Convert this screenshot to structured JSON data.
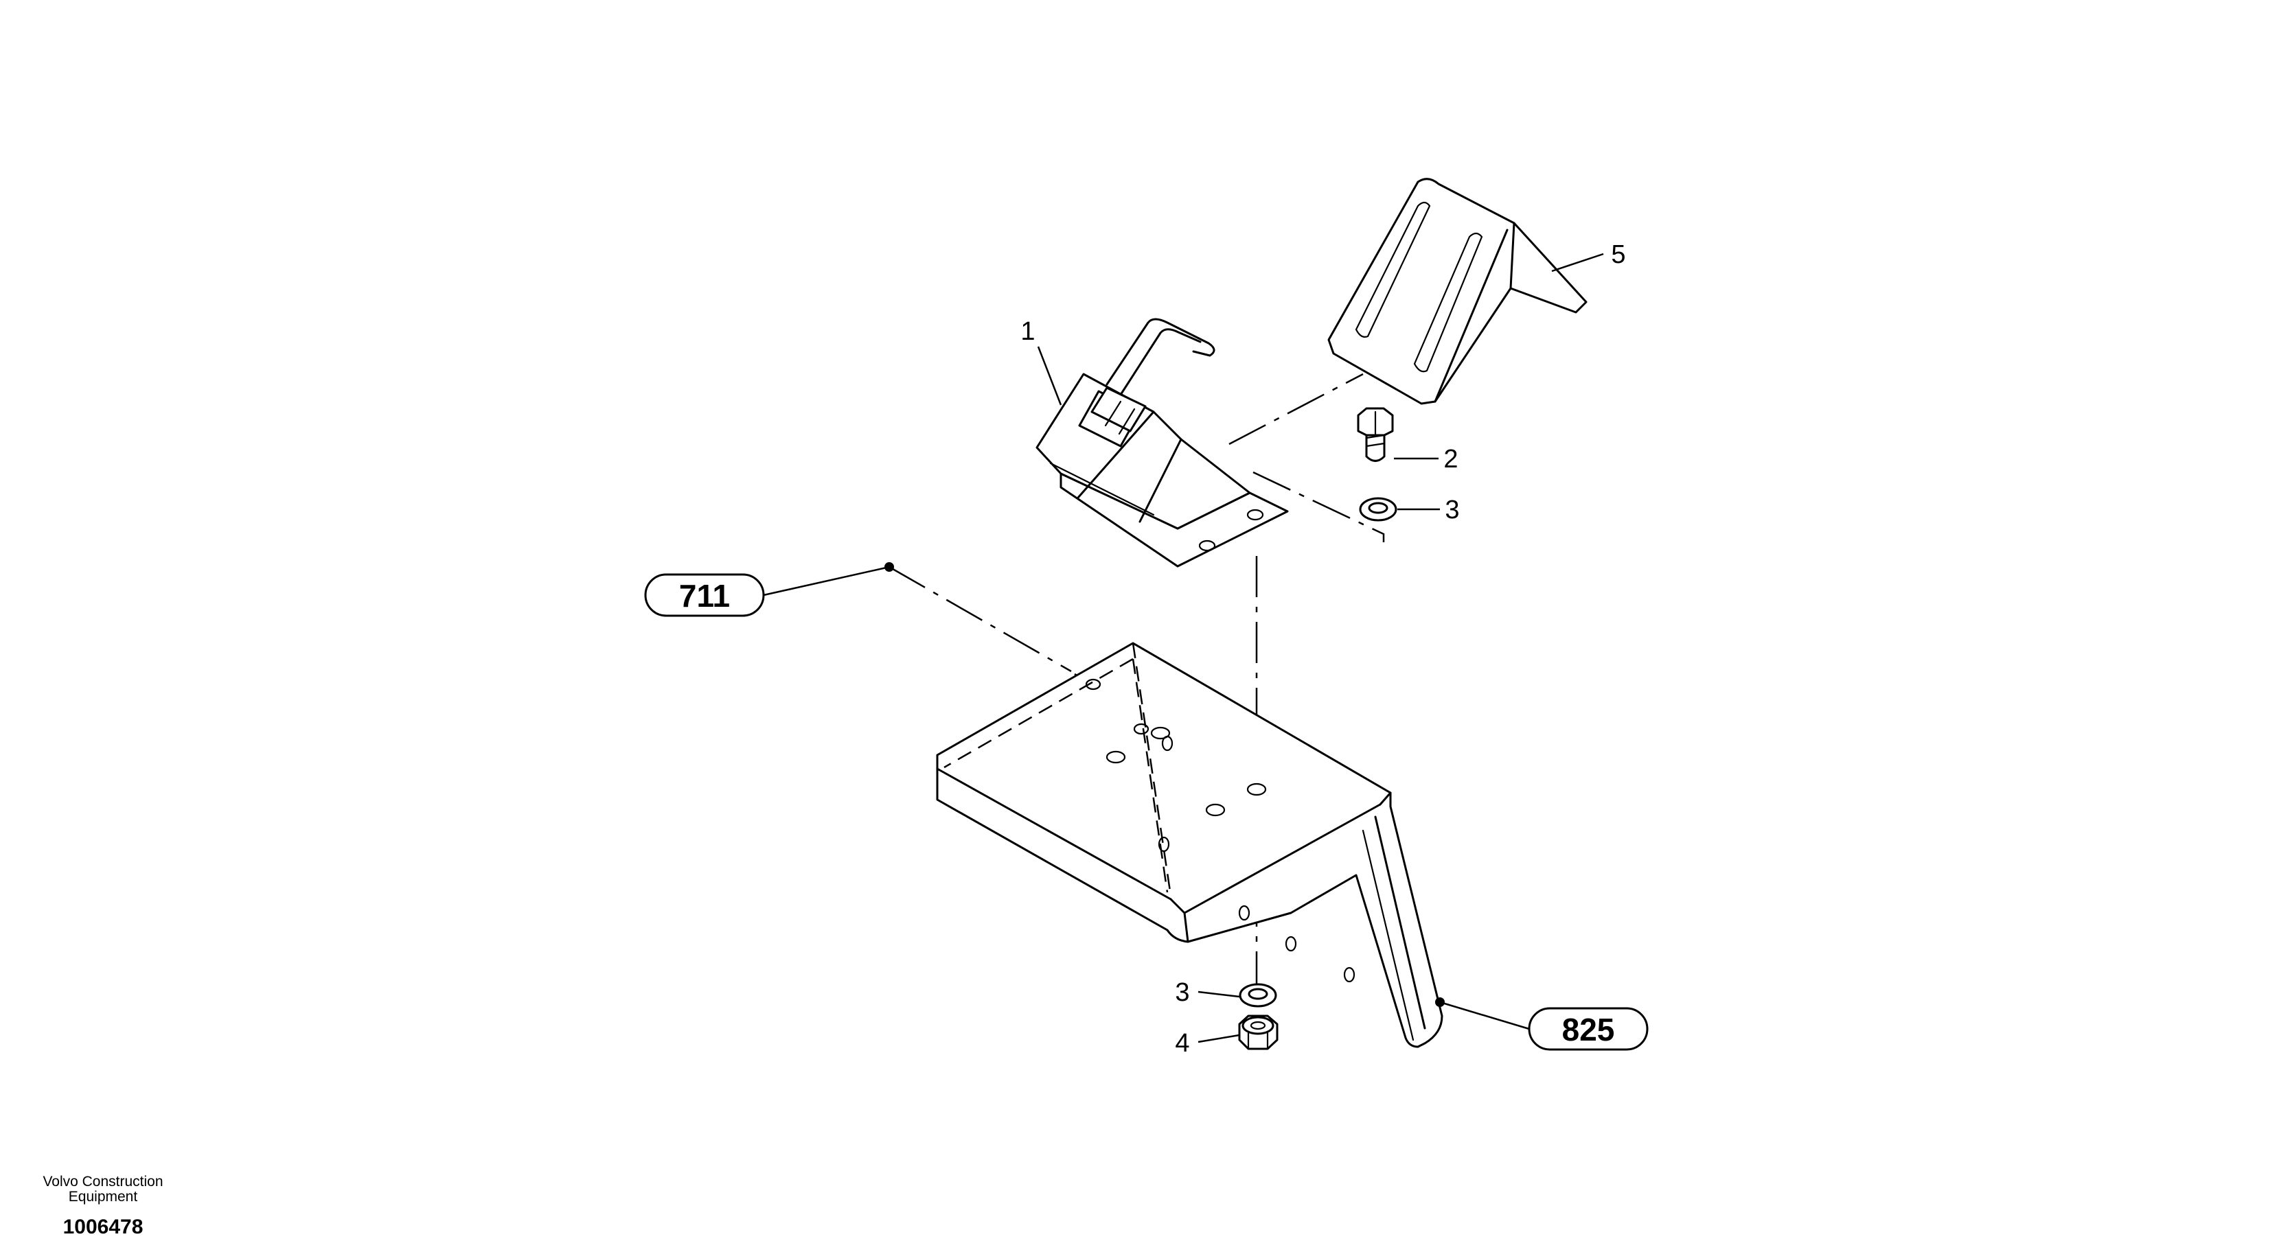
{
  "item_labels": {
    "item1": "1",
    "item2": "2",
    "item3_top": "3",
    "item3_bottom": "3",
    "item4": "4",
    "item5": "5"
  },
  "references": {
    "ref_left": "711",
    "ref_right": "825"
  },
  "footer": {
    "company_line1": "Volvo Construction",
    "company_line2": "Equipment",
    "drawing_number": "1006478"
  }
}
